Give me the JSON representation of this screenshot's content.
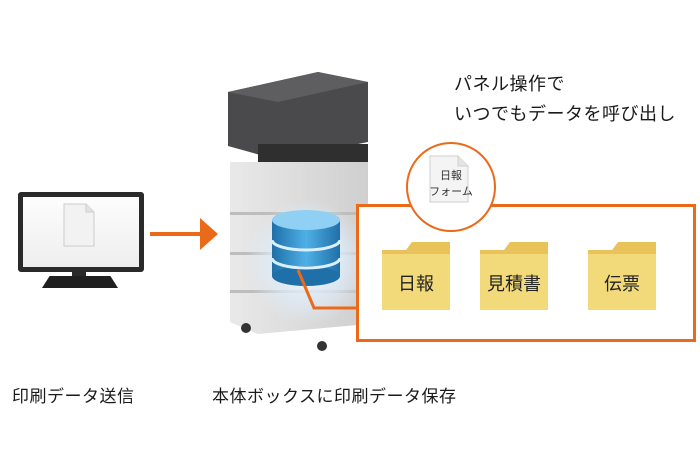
{
  "callout": {
    "line1": "パネル操作で",
    "line2": "いつでもデータを呼び出し"
  },
  "form_bubble": {
    "line1": "日報",
    "line2": "フォーム"
  },
  "folders": [
    {
      "label": "日報"
    },
    {
      "label": "見積書"
    },
    {
      "label": "伝票"
    }
  ],
  "captions": {
    "left": "印刷データ送信",
    "right": "本体ボックスに印刷データ保存"
  },
  "colors": {
    "accent": "#ea6a1a",
    "folder": "#f2d97a",
    "database": "#3a8fc8"
  },
  "icons": {
    "monitor": "monitor-icon",
    "document": "document-icon",
    "printer": "printer-icon",
    "database": "database-icon",
    "folder": "folder-icon"
  }
}
